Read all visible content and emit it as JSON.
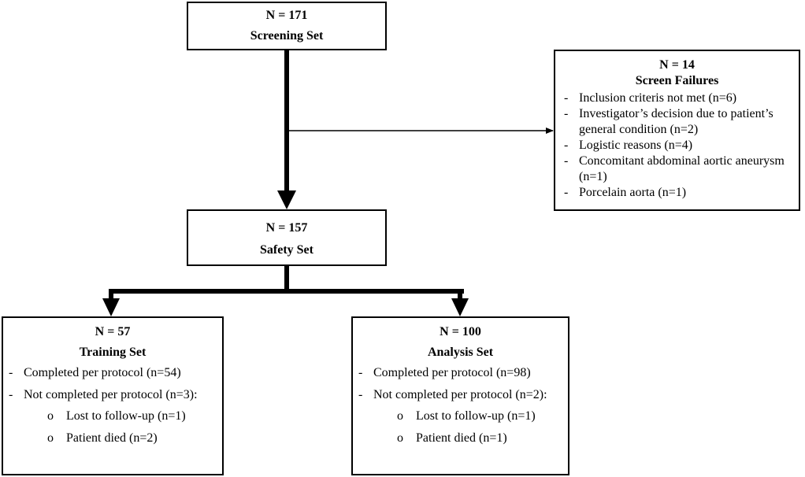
{
  "screening": {
    "n": "N = 171",
    "title": "Screening Set"
  },
  "failures": {
    "n": "N = 14",
    "title": "Screen Failures",
    "items": [
      "Inclusion criteris not met (n=6)",
      "Investigator’s decision due to patient’s general condition (n=2)",
      "Logistic reasons (n=4)",
      "Concomitant abdominal aortic aneurysm (n=1)",
      "Porcelain aorta (n=1)"
    ]
  },
  "safety": {
    "n": "N = 157",
    "title": "Safety Set"
  },
  "training": {
    "n": "N = 57",
    "title": "Training Set",
    "completed": "Completed per protocol (n=54)",
    "not_completed": "Not completed per protocol (n=3):",
    "sub": [
      "Lost to follow-up (n=1)",
      "Patient died (n=2)"
    ]
  },
  "analysis": {
    "n": "N = 100",
    "title": "Analysis Set",
    "completed": "Completed per protocol (n=98)",
    "not_completed": "Not completed per protocol (n=2):",
    "sub": [
      "Lost to follow-up (n=1)",
      "Patient died (n=1)"
    ]
  }
}
